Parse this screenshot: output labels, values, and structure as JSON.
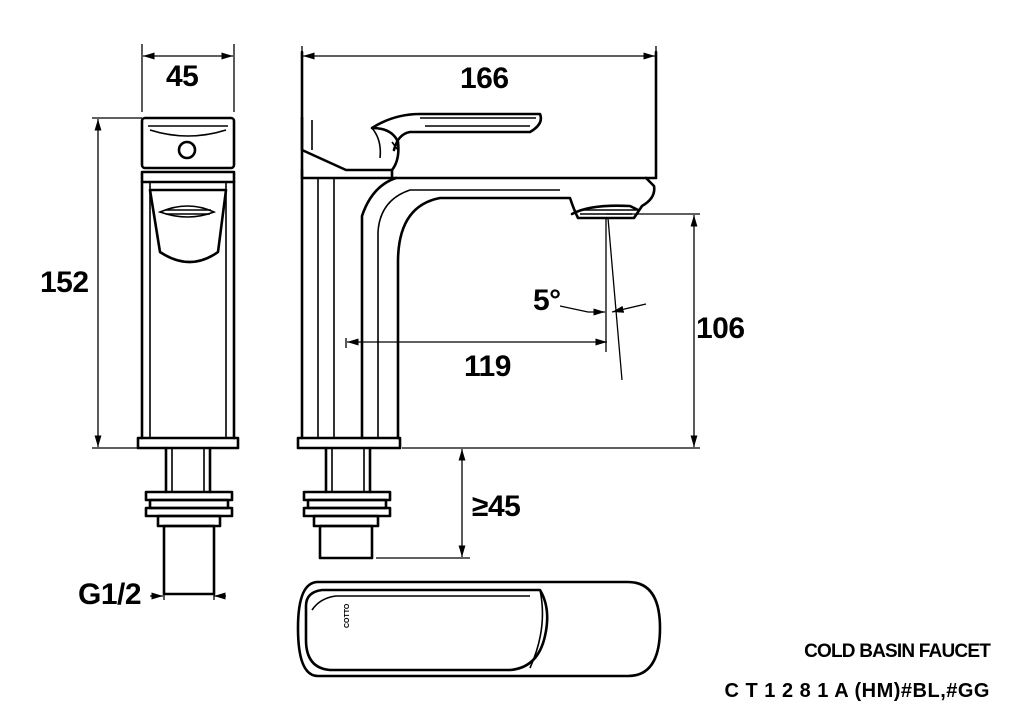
{
  "dimensions": {
    "side_width": "45",
    "total_length": "166",
    "total_height": "152",
    "spout_height": "106",
    "spout_reach": "119",
    "angle": "5°",
    "min_thread": "≥45",
    "thread": "G1/2"
  },
  "title": "COLD BASIN FAUCET",
  "model": "C T 1 2 8 1 A (HM)#BL,#GG",
  "brand_mark": "COTTO"
}
